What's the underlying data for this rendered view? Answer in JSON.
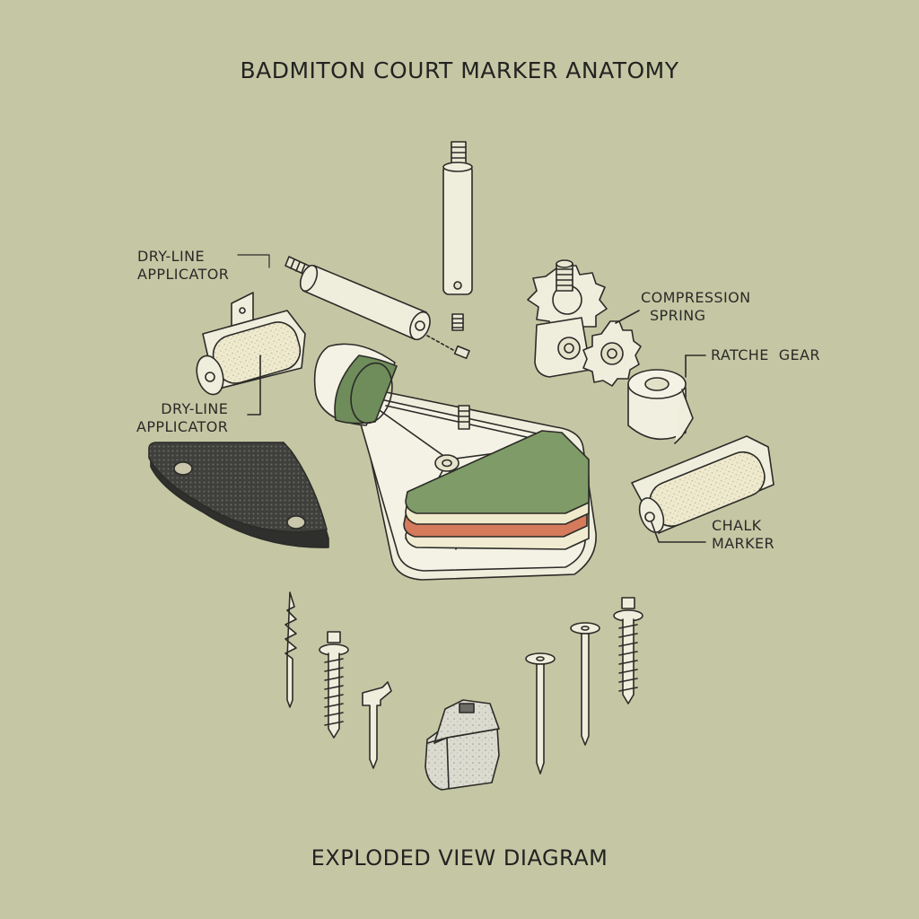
{
  "title": "BADMITON COURT MARKER ANATOMY",
  "caption": "EXPLODED VIEW DIAGRAM",
  "labels": {
    "dry_line_top": [
      "DRY-LINE",
      "APPLICATOR"
    ],
    "dry_line_bottom": [
      "DRY-LINE",
      "APPLICATOR"
    ],
    "compression_spring": [
      "COMPRESSION",
      "SPRING"
    ],
    "ratchet_gear": "RATCHE  GEAR",
    "chalk_marker": [
      "CHALK",
      "MARKER"
    ]
  },
  "colors": {
    "background": "#c5c7a4",
    "ink": "#2b2b28",
    "part_fill": "#efeddc",
    "green_pad": "#7f9b67",
    "red_pad": "#d57b5c",
    "foam": "#eeebcf",
    "black_pad": "#3c3c3a"
  }
}
